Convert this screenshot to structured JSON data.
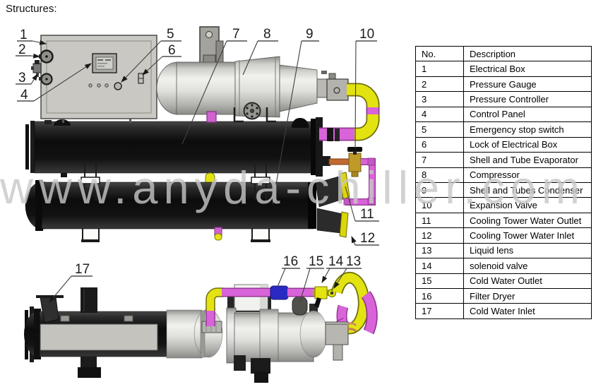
{
  "page": {
    "title": "Structures:",
    "watermark": "www.anyda-chiller.com"
  },
  "parts_table": {
    "header": {
      "no": "No.",
      "description": "Description"
    },
    "rows": [
      {
        "no": "1",
        "description": "Electrical Box"
      },
      {
        "no": "2",
        "description": "Pressure Gauge"
      },
      {
        "no": "3",
        "description": "Pressure Controller"
      },
      {
        "no": "4",
        "description": "Control Panel"
      },
      {
        "no": "5",
        "description": "Emergency stop switch"
      },
      {
        "no": "6",
        "description": "Lock of Electrical Box"
      },
      {
        "no": "7",
        "description": "Shell and Tube Evaporator"
      },
      {
        "no": "8",
        "description": "Compressor"
      },
      {
        "no": "9",
        "description": "Shell and Tubes Condenser"
      },
      {
        "no": "10",
        "description": "Expansion Valve"
      },
      {
        "no": "11",
        "description": "Cooling Tower Water Outlet"
      },
      {
        "no": "12",
        "description": "Cooling Tower Water Inlet"
      },
      {
        "no": "13",
        "description": "Liquid lens"
      },
      {
        "no": "14",
        "description": "solenoid valve"
      },
      {
        "no": "15",
        "description": "Cold Water Outlet"
      },
      {
        "no": "16",
        "description": "Filter Dryer"
      },
      {
        "no": "17",
        "description": "Cold Water Inlet"
      }
    ]
  },
  "callouts": [
    {
      "label": "1"
    },
    {
      "label": "2"
    },
    {
      "label": "3"
    },
    {
      "label": "4"
    },
    {
      "label": "5"
    },
    {
      "label": "6"
    },
    {
      "label": "7"
    },
    {
      "label": "8"
    },
    {
      "label": "9"
    },
    {
      "label": "10"
    },
    {
      "label": "11"
    },
    {
      "label": "12"
    },
    {
      "label": "13"
    },
    {
      "label": "14"
    },
    {
      "label": "15"
    },
    {
      "label": "16"
    },
    {
      "label": "17"
    }
  ],
  "colors": {
    "pipe_magenta": "#d964d9",
    "pipe_yellow": "#e3e312",
    "filter_dryer_blue": "#2a2ac2",
    "copper_pipe": "#c06a32",
    "cabinet_gray": "#c9c8c3",
    "shell_black": "#0c0c0c"
  }
}
